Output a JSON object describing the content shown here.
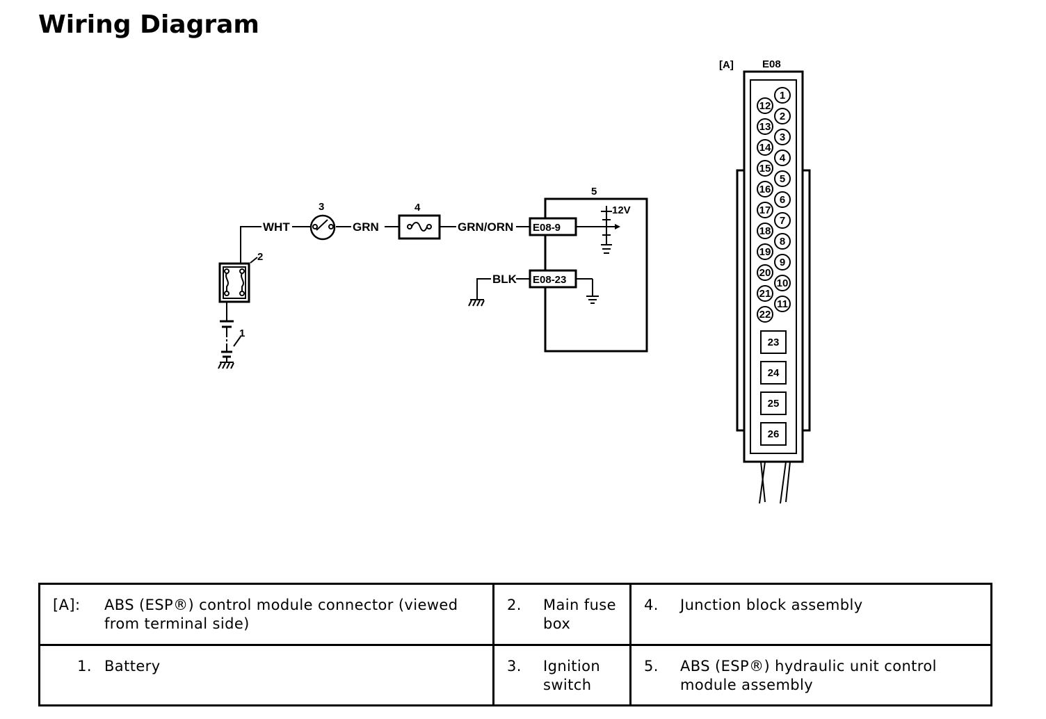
{
  "page": {
    "title": "Wiring Diagram"
  },
  "diagram": {
    "wires": {
      "wht": "WHT",
      "grn": "GRN",
      "grn_orn": "GRN/ORN",
      "blk": "BLK"
    },
    "callouts": {
      "c1": "1",
      "c2": "2",
      "c3": "3",
      "c4": "4",
      "c5": "5"
    },
    "terminals": {
      "power": "E08-9",
      "ground": "E08-23"
    },
    "voltage": "12V",
    "connector": {
      "tag": "[A]",
      "id": "E08",
      "pins_right": [
        "1",
        "2",
        "3",
        "4",
        "5",
        "6",
        "7",
        "8",
        "9",
        "10",
        "11"
      ],
      "pins_left": [
        "12",
        "13",
        "14",
        "15",
        "16",
        "17",
        "18",
        "19",
        "20",
        "21",
        "22"
      ],
      "pins_square": [
        "23",
        "24",
        "25",
        "26"
      ]
    }
  },
  "legend": {
    "a_key": "[A]:",
    "a_text": "ABS (ESP®) control module connector (viewed from terminal side)",
    "k1": "1.",
    "t1": "Battery",
    "k2": "2.",
    "t2": "Main fuse box",
    "k3": "3.",
    "t3": "Ignition switch",
    "k4": "4.",
    "t4": "Junction block assembly",
    "k5": "5.",
    "t5": "ABS (ESP®) hydraulic unit control module assembly"
  }
}
